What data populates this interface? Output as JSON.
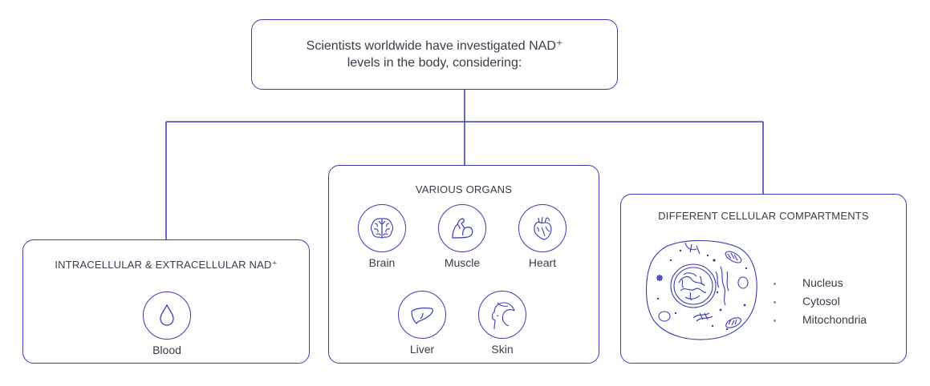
{
  "root": {
    "line1": "Scientists worldwide have investigated NAD⁺",
    "line2": "levels in the body, considering:"
  },
  "left": {
    "heading": "INTRACELLULAR & EXTRACELLULAR NAD⁺",
    "items": [
      {
        "label": "Blood",
        "icon": "drop-icon"
      }
    ]
  },
  "middle": {
    "heading": "VARIOUS ORGANS",
    "items": [
      {
        "label": "Brain",
        "icon": "brain-icon"
      },
      {
        "label": "Muscle",
        "icon": "muscle-icon"
      },
      {
        "label": "Heart",
        "icon": "heart-icon"
      },
      {
        "label": "Liver",
        "icon": "liver-icon"
      },
      {
        "label": "Skin",
        "icon": "face-icon"
      }
    ]
  },
  "right": {
    "heading": "DIFFERENT CELLULAR COMPARTMENTS",
    "items": [
      "Nucleus",
      "Cytosol",
      "Mitochondria"
    ]
  },
  "colors": {
    "accent": "#3b3bb5",
    "text": "#3a3a4a"
  }
}
